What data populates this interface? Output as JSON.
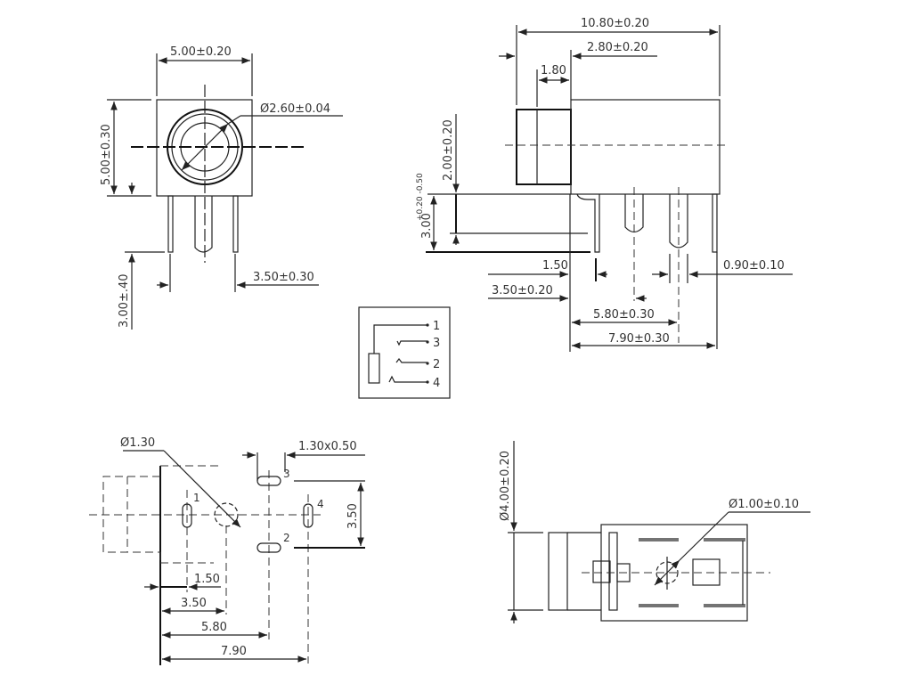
{
  "front_view": {
    "width_dim": "5.00±0.20",
    "height_dim": "5.00±0.30",
    "diameter_dim": "Ø2.60±0.04",
    "pin_length_dim": "3.00±.40",
    "pin_spacing_dim": "3.50±0.30"
  },
  "side_view": {
    "length_dim": "10.80±0.20",
    "front_dim": "2.80±0.20",
    "collar_dim": "1.80",
    "height_dim": "2.00±0.20",
    "pin_dim": "3.00",
    "pin_dim_tol": "+0.20 -0.50",
    "pin1_offset_dim": "1.50",
    "pin2_offset_dim": "3.50±0.20",
    "pin3_offset_dim": "5.80±0.30",
    "pin4_offset_dim": "7.90±0.30",
    "pin_width_dim": "0.90±0.10"
  },
  "schematic": {
    "pins": [
      "1",
      "3",
      "2",
      "4"
    ]
  },
  "footprint": {
    "hole_dim": "Ø1.30",
    "slot_dim": "1.30x0.50",
    "pin_labels": [
      "1",
      "3",
      "2",
      "4"
    ],
    "vertical_dim": "3.50",
    "dims": [
      "1.50",
      "3.50",
      "5.80",
      "7.90"
    ]
  },
  "top_view": {
    "diameter_dim": "Ø4.00±0.20",
    "hole_dim": "Ø1.00±0.10"
  }
}
